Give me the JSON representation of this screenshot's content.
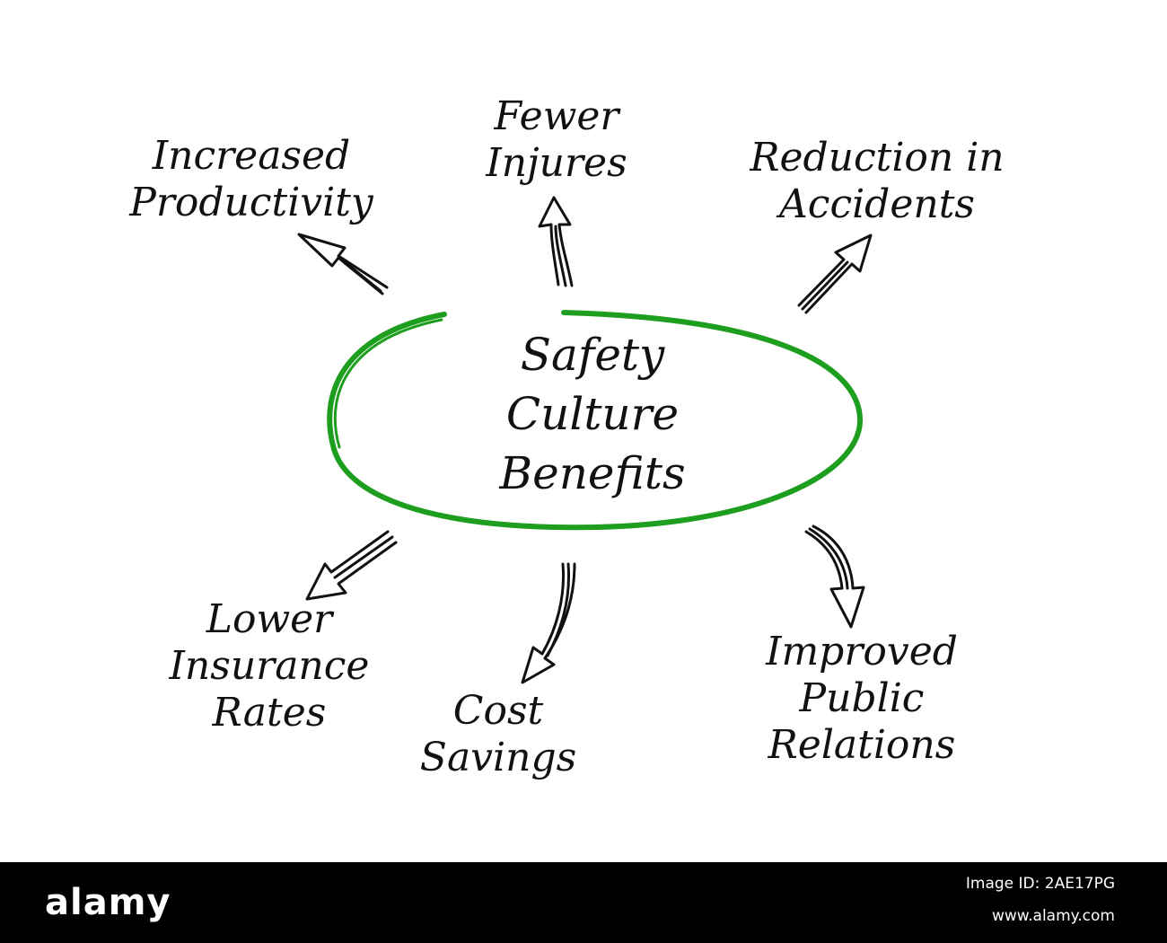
{
  "diagram": {
    "center": {
      "line1": "Safety",
      "line2": "Culture",
      "line3": "Benefits"
    },
    "ellipse_color": "#1e9e1e",
    "benefits": [
      {
        "line1": "Increased",
        "line2": "Productivity"
      },
      {
        "line1": "Fewer",
        "line2": "Injures"
      },
      {
        "line1": "Reduction in",
        "line2": "Accidents"
      },
      {
        "line1": "Lower",
        "line2": "Insurance",
        "line3": "Rates"
      },
      {
        "line1": "Cost",
        "line2": "Savings"
      },
      {
        "line1": "Improved",
        "line2": "Public",
        "line3": "Relations"
      }
    ]
  },
  "footer": {
    "logo": "alamy",
    "image_id": "Image ID: 2AE17PG",
    "site": "www.alamy.com"
  }
}
